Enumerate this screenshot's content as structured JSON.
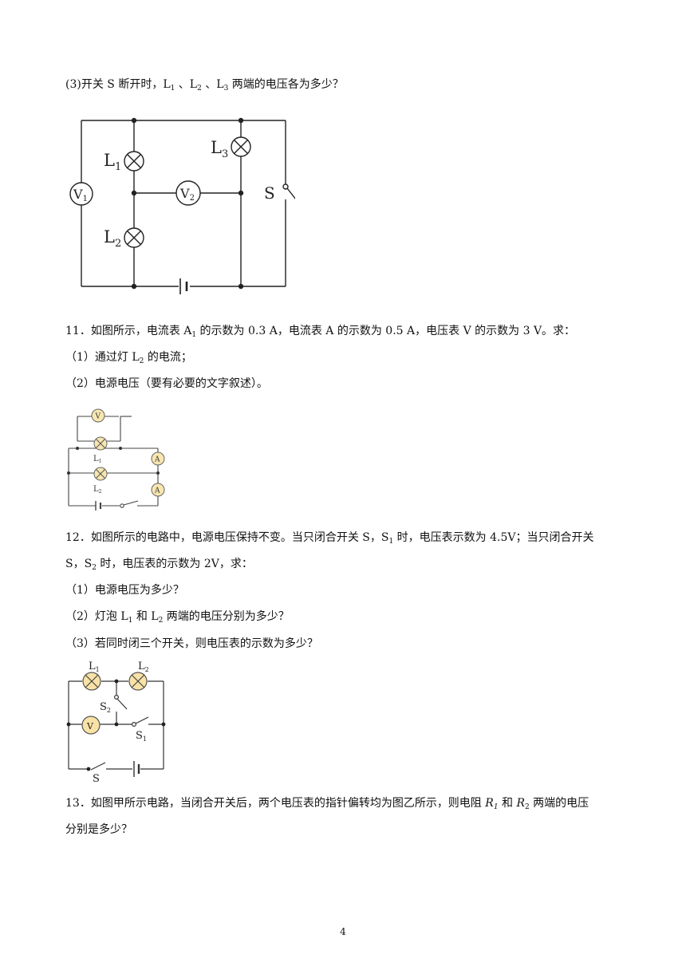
{
  "q10_part3": {
    "a": "(3)开关 S 断开时，L",
    "s1": "1",
    "b": " 、L",
    "s2": "2",
    "c": " 、L",
    "s3": "3",
    "d": " 两端的电压各为多少？"
  },
  "fig1": {
    "l1": "L",
    "l1s": "1",
    "l2": "L",
    "l2s": "2",
    "l3": "L",
    "l3s": "3",
    "v1": "V",
    "v1s": "1",
    "v2": "V",
    "v2s": "2",
    "s": "S"
  },
  "q11": {
    "stem": {
      "a": "11．如图所示，电流表 A",
      "s1": "1",
      "b": " 的示数为 0.3 A，电流表 A 的示数为 0.5 A，电压表 V 的示数为 3 V。求："
    },
    "p1": {
      "a": "（1）通过灯 L",
      "s": "2",
      "b": " 的电流；"
    },
    "p2": "（2）电源电压（要有必要的文字叙述）。"
  },
  "fig2": {
    "v": "V",
    "a": "A",
    "l1": "L",
    "l1s": "1",
    "l2": "L",
    "l2s": "2"
  },
  "q12": {
    "stem1": {
      "a": "12．如图所示的电路中，电源电压保持不变。当只闭合开关 S，S",
      "s1": "1",
      "b": " 时，电压表示数为 4.5V；当只闭合开关"
    },
    "stem2": {
      "a": "S，S",
      "s2": "2",
      "b": " 时，电压表的示数为 2V，求："
    },
    "p1": "（1）电源电压为多少？",
    "p2": {
      "a": "（2）灯泡 L",
      "s1": "1",
      "b": " 和 L",
      "s2": "2",
      "c": " 两端的电压分别为多少？"
    },
    "p3": "（3）若同时闭三个开关，则电压表的示数为多少？"
  },
  "fig3": {
    "l1": "L",
    "l1s": "1",
    "l2": "L",
    "l2s": "2",
    "v": "V",
    "s": "S",
    "s1": "S",
    "s1s": "1",
    "s2": "S",
    "s2s": "2"
  },
  "q13": {
    "line1": {
      "a": "13．如图甲所示电路，当闭合开关后，两个电压表的指针偏转均为图乙所示，则电阻 ",
      "r1": "R",
      "r1s": "1",
      "b": " 和 ",
      "r2": "R",
      "r2s": "2",
      "c": " 两端的电压"
    },
    "line2": "分别是多少？"
  },
  "page_number": "4"
}
